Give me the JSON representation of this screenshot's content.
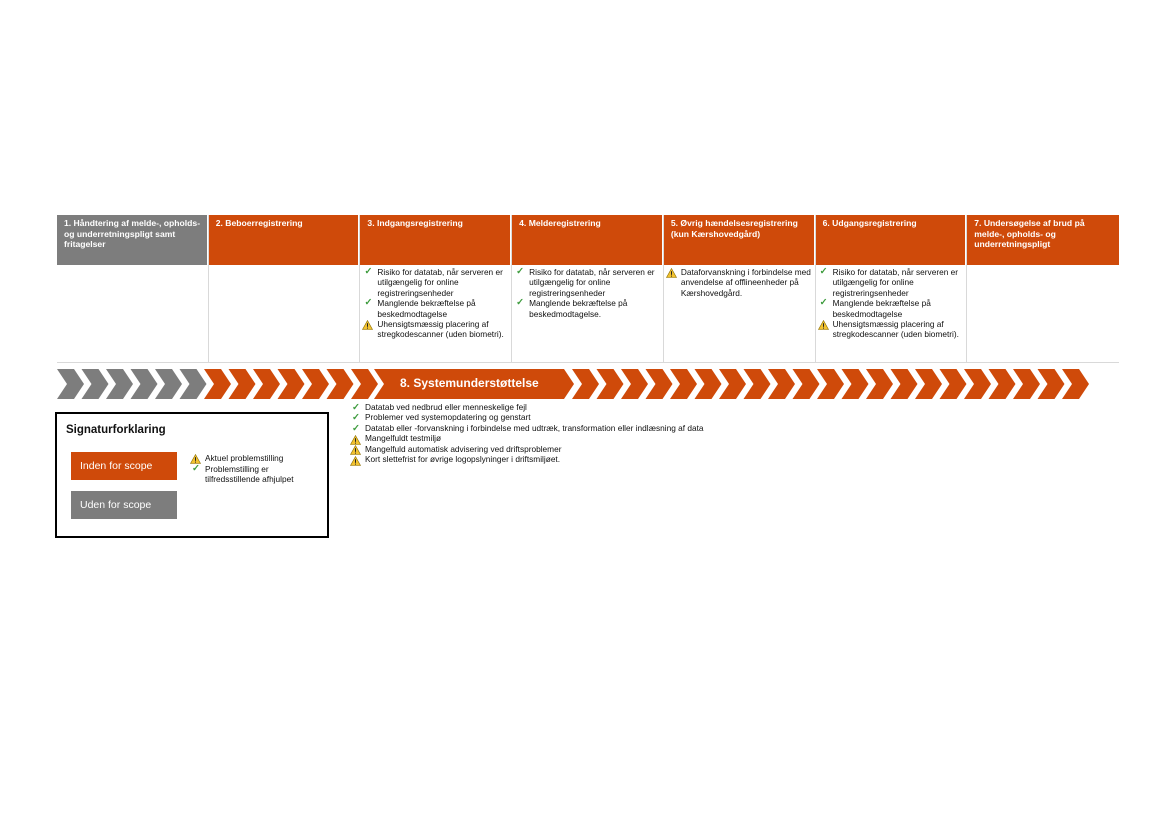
{
  "colors": {
    "in_scope": "#cf4a0a",
    "out_of_scope": "#7d7d7d",
    "check": "#3c9b3c",
    "warning": "#f2c230"
  },
  "columns": [
    {
      "title": "1. Håndtering af melde-, opholds- og underretningspligt samt fritagelser",
      "scope": "out",
      "items": []
    },
    {
      "title": "2. Beboerregistrering",
      "scope": "in",
      "items": []
    },
    {
      "title": "3. Indgangsregistrering",
      "scope": "in",
      "items": [
        {
          "icon": "check-icon",
          "text": "Risiko for datatab, når serveren er utilgængelig for online registreringsenheder"
        },
        {
          "icon": "check-icon",
          "text": "Manglende bekræftelse på beskedmodtagelse"
        },
        {
          "icon": "warning-icon",
          "text": "Uhensigtsmæssig placering af stregkodescanner (uden biometri)."
        }
      ]
    },
    {
      "title": "4. Melderegistrering",
      "scope": "in",
      "items": [
        {
          "icon": "check-icon",
          "text": "Risiko for datatab, når serveren er utilgængelig for online registreringsenheder"
        },
        {
          "icon": "check-icon",
          "text": "Manglende bekræftelse på beskedmodtagelse."
        }
      ]
    },
    {
      "title": "5. Øvrig hændelsesregistrering (kun Kærshovedgård)",
      "scope": "in",
      "items": [
        {
          "icon": "warning-icon",
          "text": "Dataforvanskning i forbindelse med anvendelse af offlineenheder på Kærshovedgård."
        }
      ]
    },
    {
      "title": "6. Udgangsregistrering",
      "scope": "in",
      "items": [
        {
          "icon": "check-icon",
          "text": "Risiko for datatab, når serveren er utilgængelig for online registreringsenheder"
        },
        {
          "icon": "check-icon",
          "text": "Manglende bekræftelse på beskedmodtagelse"
        },
        {
          "icon": "warning-icon",
          "text": "Uhensigtsmæssig placering af stregkodescanner (uden biometri)."
        }
      ]
    },
    {
      "title": "7. Undersøgelse af brud på melde-, opholds- og underretningspligt",
      "scope": "in",
      "items": []
    }
  ],
  "support": {
    "label": "8. Systemunderstøttelse",
    "items": [
      {
        "icon": "check-icon",
        "text": "Datatab ved nedbrud eller menneskelige fejl"
      },
      {
        "icon": "check-icon",
        "text": "Problemer ved systemopdatering og genstart"
      },
      {
        "icon": "check-icon",
        "text": "Datatab eller -forvanskning i forbindelse med udtræk, transformation eller indlæsning af data"
      },
      {
        "icon": "warning-icon",
        "text": "Mangelfuldt testmiljø"
      },
      {
        "icon": "warning-icon",
        "text": "Mangelfuld automatisk advisering ved driftsproblemer"
      },
      {
        "icon": "warning-icon",
        "text": "Kort slettefrist for øvrige logopslyninger i driftsmiljøet."
      }
    ]
  },
  "legend": {
    "title": "Signaturforklaring",
    "in_scope_label": "Inden for scope",
    "out_scope_label": "Uden for scope",
    "marks": [
      {
        "icon": "warning-icon",
        "text": "Aktuel problemstilling"
      },
      {
        "icon": "check-icon",
        "text": "Problemstilling er tilfredsstillende afhjulpet"
      }
    ]
  }
}
